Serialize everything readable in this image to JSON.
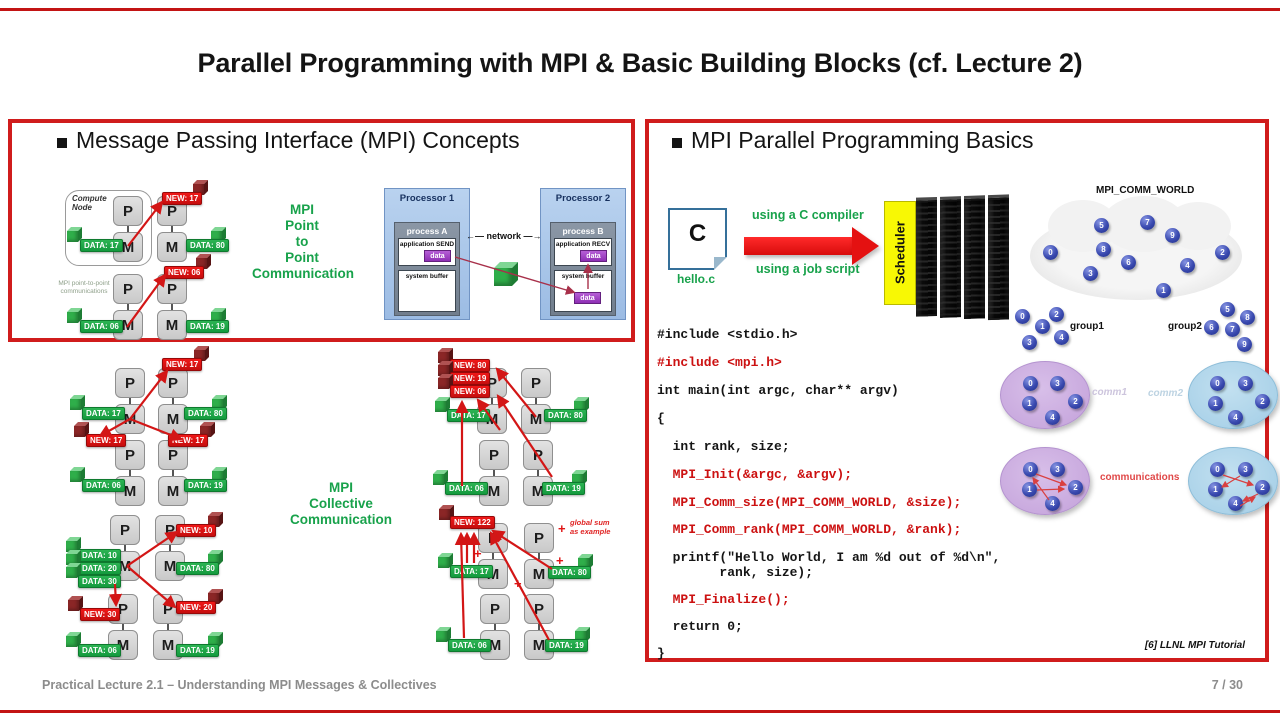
{
  "title": "Parallel Programming with MPI & Basic Building Blocks (cf. Lecture 2)",
  "footer": {
    "left": "Practical Lecture 2.1 – Understanding MPI Messages & Collectives",
    "page": "7 / 30"
  },
  "panels": {
    "left_header": "Message Passing Interface (MPI) Concepts",
    "right_header": "MPI Parallel Programming Basics"
  },
  "pm": {
    "p": "P",
    "m": "M"
  },
  "chips": {
    "data17": "DATA: 17",
    "data80": "DATA: 80",
    "data06": "DATA: 06",
    "data19": "DATA: 19",
    "data10": "DATA: 10",
    "data20": "DATA: 20",
    "data30": "DATA: 30",
    "new17": "NEW: 17",
    "new06": "NEW: 06",
    "new10": "NEW: 10",
    "new20": "NEW: 20",
    "new30": "NEW: 30",
    "new80": "NEW: 80",
    "new19": "NEW: 19",
    "new122": "NEW: 122"
  },
  "p2p": {
    "caption": "MPI\nPoint\nto\nPoint\nCommunication",
    "compute_node": "Compute\nNode",
    "note": "MPI point-to-point\ncommunications"
  },
  "collective": {
    "caption": "MPI\nCollective\nCommunication",
    "global_sum_note": "global sum\nas example",
    "plus": "+"
  },
  "processors": {
    "p1": "Processor 1",
    "p2": "Processor 2",
    "proc_a": "process A",
    "proc_b": "process B",
    "app_send": "application SEND",
    "app_recv": "application RECV",
    "sys_buffer": "system buffer",
    "data": "data",
    "network": "←— network —→"
  },
  "build": {
    "file_letter": "C",
    "file_name": "hello.c",
    "compiler": "using a C compiler",
    "jobscript": "using a job script",
    "scheduler": "Scheduler"
  },
  "comm_world": {
    "title": "MPI_COMM_WORLD",
    "group1": "group1",
    "group2": "group2",
    "comm1": "comm1",
    "comm2": "comm2",
    "communications": "communications"
  },
  "balls": {
    "world": [
      5,
      7,
      9,
      0,
      8,
      2,
      6,
      4,
      3,
      1
    ],
    "group1": [
      0,
      2,
      1,
      3,
      4
    ],
    "group2": [
      5,
      8,
      6,
      7,
      9
    ],
    "comm": [
      0,
      3,
      1,
      2,
      4
    ]
  },
  "code": {
    "lines": [
      "#include <stdio.h>",
      "#include <mpi.h>",
      "int main(int argc, char** argv)",
      "{",
      "  int rank, size;",
      "  MPI_Init(&argc, &argv);",
      "  MPI_Comm_size(MPI_COMM_WORLD, &size);",
      "  MPI_Comm_rank(MPI_COMM_WORLD, &rank);",
      "  printf(\"Hello World, I am %d out of %d\\n\",",
      "        rank, size);",
      "  MPI_Finalize();",
      "  return 0;",
      "}"
    ]
  },
  "citation": "[6] LLNL MPI Tutorial",
  "colors": {
    "accent_red": "#d01c1c",
    "green": "#18a24b"
  }
}
